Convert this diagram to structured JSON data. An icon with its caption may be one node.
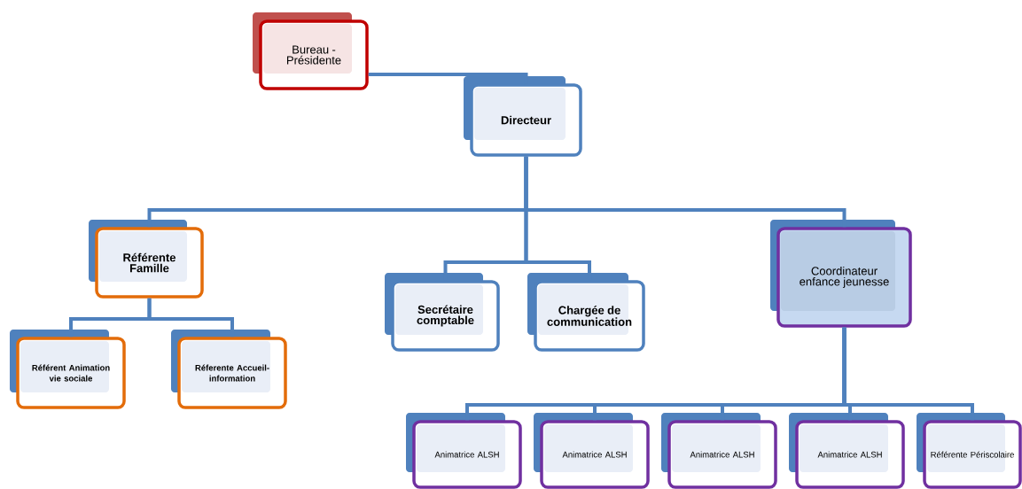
{
  "diagram": {
    "nodes": [
      {
        "text": [
          "Bureau - Présidente"
        ]
      },
      {
        "text": [
          "Directeur"
        ]
      },
      {
        "text": [
          "Référente Famille"
        ]
      },
      {
        "text": [
          "Secrétaire comptable"
        ]
      },
      {
        "text": [
          "Chargée de communication"
        ]
      },
      {
        "text": [
          "Coordinateur enfance jeunesse"
        ]
      },
      {
        "text": [
          "Référent Animation vie sociale"
        ]
      },
      {
        "text": [
          "Réferente Accueil-information"
        ]
      },
      {
        "text": [
          "Animatrice ALSH"
        ]
      },
      {
        "text": [
          "Animatrice ALSH"
        ]
      },
      {
        "text": [
          "Animatrice ALSH"
        ]
      },
      {
        "text": [
          "Animatrice ALSH"
        ]
      },
      {
        "text": [
          "Référente Périscolaire"
        ]
      }
    ],
    "edges": [
      {
        "from": 0,
        "to": 1,
        "arrow": "none"
      },
      {
        "from": 1,
        "to": 2,
        "arrow": "none"
      },
      {
        "from": 1,
        "to": 3,
        "arrow": "none"
      },
      {
        "from": 1,
        "to": 4,
        "arrow": "none"
      },
      {
        "from": 1,
        "to": 5,
        "arrow": "none"
      },
      {
        "from": 2,
        "to": 6,
        "arrow": "none"
      },
      {
        "from": 2,
        "to": 7,
        "arrow": "none"
      },
      {
        "from": 5,
        "to": 8,
        "arrow": "none"
      },
      {
        "from": 5,
        "to": 9,
        "arrow": "none"
      },
      {
        "from": 5,
        "to": 10,
        "arrow": "none"
      },
      {
        "from": 5,
        "to": 11,
        "arrow": "none"
      },
      {
        "from": 5,
        "to": 12,
        "arrow": "none"
      }
    ]
  }
}
